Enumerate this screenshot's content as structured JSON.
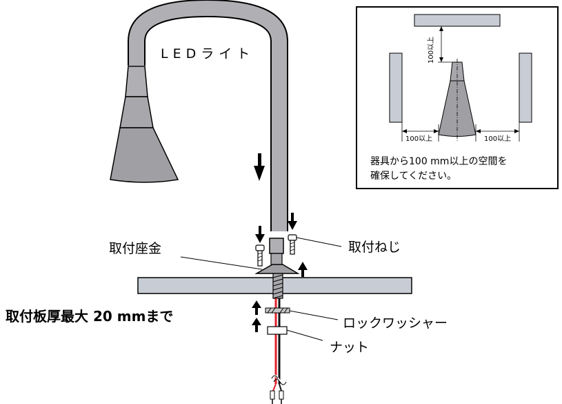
{
  "title": "LEDライト",
  "labels": {
    "mounting_washer": "取付座金",
    "mounting_screw": "取付ねじ",
    "max_thickness": "取付板厚最大 20 mmまで",
    "lock_washer": "ロックワッシャー",
    "nut": "ナット"
  },
  "inset": {
    "top_clearance": "100以上",
    "left_clearance": "100以上",
    "right_clearance": "100以上",
    "note_line1": "器具から100 mm以上の空間を",
    "note_line2": "確保してください。"
  },
  "colors": {
    "fixture_gray": "#b0b0b4",
    "panel_gray": "#c8cdd5",
    "wire_red": "#e0202a",
    "wire_black": "#111111"
  }
}
